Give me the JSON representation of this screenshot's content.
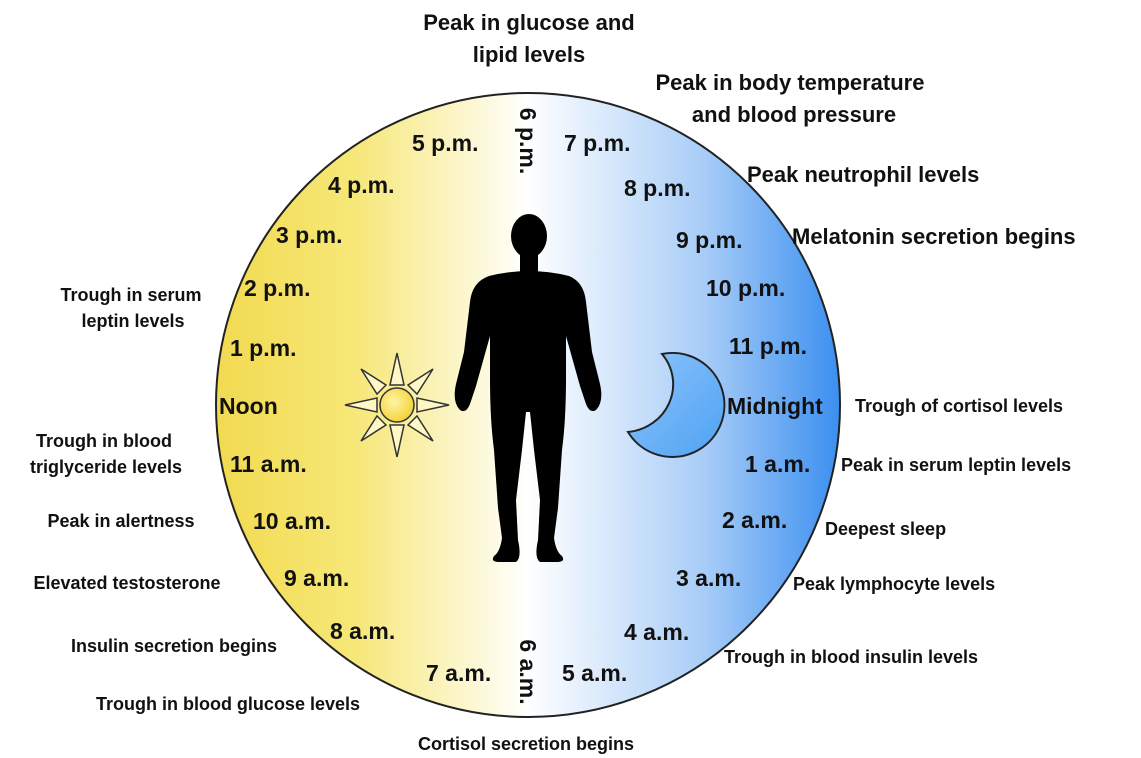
{
  "colors": {
    "day": "#f6e777",
    "noon_edge": "#f2da50",
    "night": "#3b8ff0",
    "dawn": "#ffffff",
    "sun": "#f1cf2a",
    "moon": "#4ea2f3",
    "silhouette": "#000000",
    "outline": "#222222"
  },
  "hours": {
    "h6pm": "6 p.m.",
    "h7pm": "7 p.m.",
    "h8pm": "8 p.m.",
    "h9pm": "9 p.m.",
    "h10pm": "10 p.m.",
    "h11pm": "11 p.m.",
    "midnight": "Midnight",
    "h1am": "1 a.m.",
    "h2am": "2 a.m.",
    "h3am": "3 a.m.",
    "h4am": "4 a.m.",
    "h5am": "5 a.m.",
    "h6am": "6 a.m.",
    "h7am": "7 a.m.",
    "h8am": "8 a.m.",
    "h9am": "9 a.m.",
    "h10am": "10 a.m.",
    "h11am": "11 a.m.",
    "noon": "Noon",
    "h1pm": "1 p.m.",
    "h2pm": "2 p.m.",
    "h3pm": "3 p.m.",
    "h4pm": "4 p.m.",
    "h5pm": "5 p.m."
  },
  "annotations": {
    "glucose_lipid": [
      "Peak in glucose and",
      "lipid levels"
    ],
    "body_temp": [
      "Peak in body temperature",
      "and blood pressure"
    ],
    "neutrophil": "Peak neutrophil levels",
    "melatonin": "Melatonin secretion begins",
    "trough_cortisol": "Trough of cortisol levels",
    "peak_leptin": "Peak in serum leptin levels",
    "deepest_sleep": "Deepest sleep",
    "lymphocyte": "Peak lymphocyte levels",
    "trough_insulin": "Trough in blood insulin levels",
    "cortisol_begins": "Cortisol secretion begins",
    "trough_glucose": "Trough in blood glucose levels",
    "insulin_begins": "Insulin secretion begins",
    "testosterone": "Elevated testosterone",
    "alertness": "Peak in alertness",
    "trough_triglyceride": [
      "Trough in blood",
      "triglyceride levels"
    ],
    "trough_leptin": [
      "Trough in serum",
      "leptin levels"
    ]
  },
  "icons": {
    "sun": "sun-icon",
    "moon": "crescent-moon-icon",
    "person": "human-silhouette-icon"
  }
}
